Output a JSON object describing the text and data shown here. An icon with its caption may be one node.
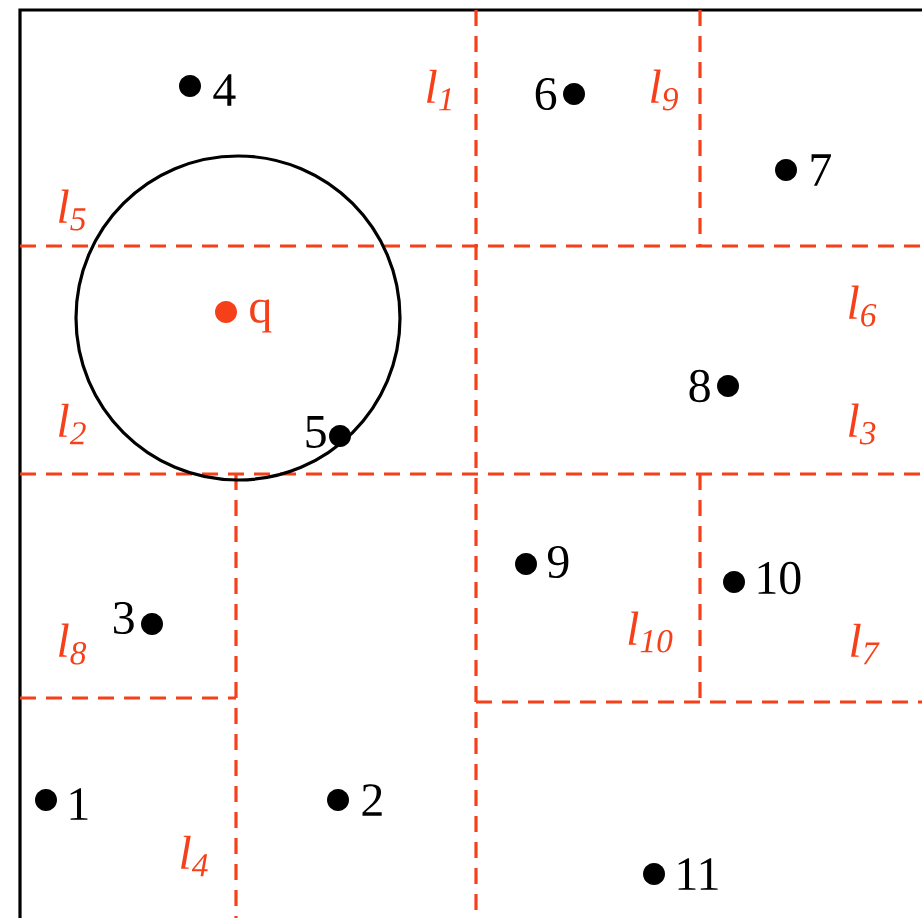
{
  "diagram": {
    "labels": [
      "4",
      "l$_{1}$",
      "6",
      "l$_{9}$",
      "7",
      "l$_{5}$",
      "q",
      "l$_{6}$",
      "8",
      "5",
      "l$_{2}$",
      "l$_{3}$",
      "9",
      "10",
      "l$_{8}$",
      "3",
      "l$_{10}$",
      "l$_{7}$",
      "1",
      "2",
      "l$_{4}$",
      "11"
    ]
  }
}
